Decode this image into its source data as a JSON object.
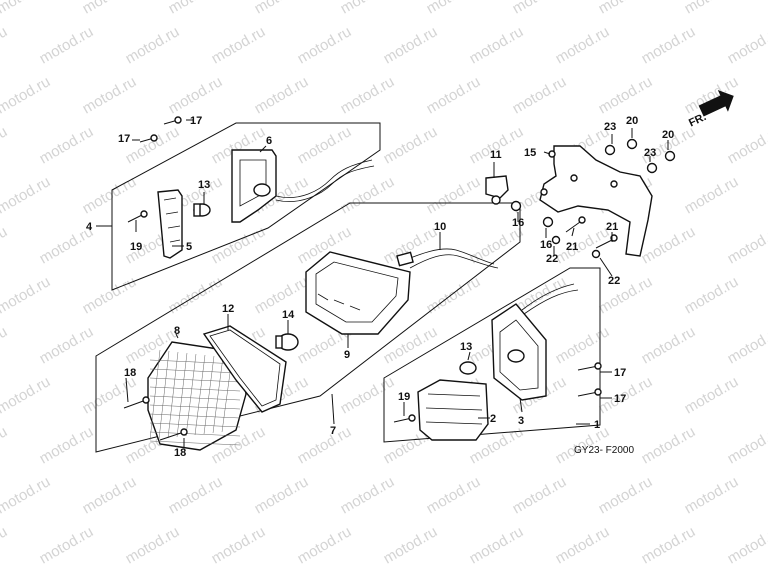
{
  "watermark": {
    "text": "motod.ru"
  },
  "diagram_code": "GY23- F2000",
  "direction_label": "FR.",
  "callouts": {
    "c1": "1",
    "c2": "2",
    "c3": "3",
    "c4": "4",
    "c5": "5",
    "c6": "6",
    "c7": "7",
    "c8": "8",
    "c9": "9",
    "c10": "10",
    "c11": "11",
    "c12": "12",
    "c13a": "13",
    "c13b": "13",
    "c14": "14",
    "c15": "15",
    "c16a": "16",
    "c16b": "16",
    "c17a": "17",
    "c17b": "17",
    "c17c": "17",
    "c17d": "17",
    "c18a": "18",
    "c18b": "18",
    "c19a": "19",
    "c19b": "19",
    "c20a": "20",
    "c20b": "20",
    "c21a": "21",
    "c21b": "21",
    "c22a": "22",
    "c22b": "22",
    "c23a": "23",
    "c23b": "23"
  }
}
